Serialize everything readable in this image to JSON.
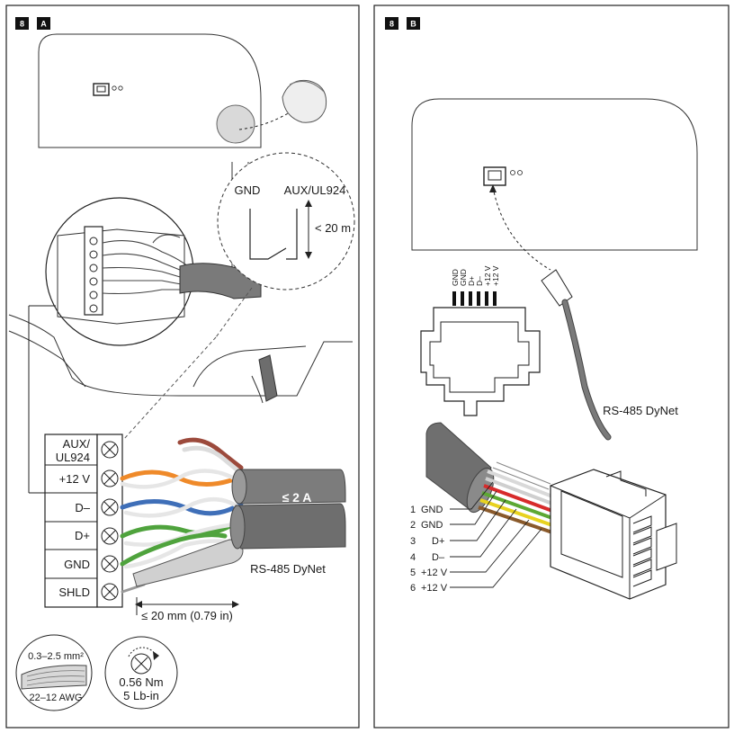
{
  "panel_a": {
    "step": "8",
    "letter": "A",
    "switch_gnd": "GND",
    "switch_aux": "AUX/UL924",
    "switch_length": "< 20 m",
    "terminals": [
      "AUX/",
      "UL924",
      "+12 V",
      "D–",
      "D+",
      "GND",
      "SHLD"
    ],
    "current_limit": "≤ 2 A",
    "cable_label": "RS-485 DyNet",
    "strip_length": "≤ 20 mm (0.79 in)",
    "wire_size_mm": "0.3–2.5 mm²",
    "wire_size_awg": "22–12 AWG",
    "torque_nm": "0.56 Nm",
    "torque_lbin": "5 Lb-in"
  },
  "panel_b": {
    "step": "8",
    "letter": "B",
    "pin_labels": [
      "GND",
      "GND",
      "D+",
      "D–",
      "+12 V",
      "+12 V"
    ],
    "cable_label": "RS-485 DyNet",
    "wires": [
      {
        "num": "1",
        "name": "GND",
        "color": "#d9d9d9"
      },
      {
        "num": "2",
        "name": "GND",
        "color": "#cfcfcf"
      },
      {
        "num": "3",
        "name": "D+",
        "color": "#d72b2b"
      },
      {
        "num": "4",
        "name": "D–",
        "color": "#5da833"
      },
      {
        "num": "5",
        "name": "+12 V",
        "color": "#e8d21f"
      },
      {
        "num": "6",
        "name": "+12 V",
        "color": "#8a5a2b"
      }
    ]
  }
}
